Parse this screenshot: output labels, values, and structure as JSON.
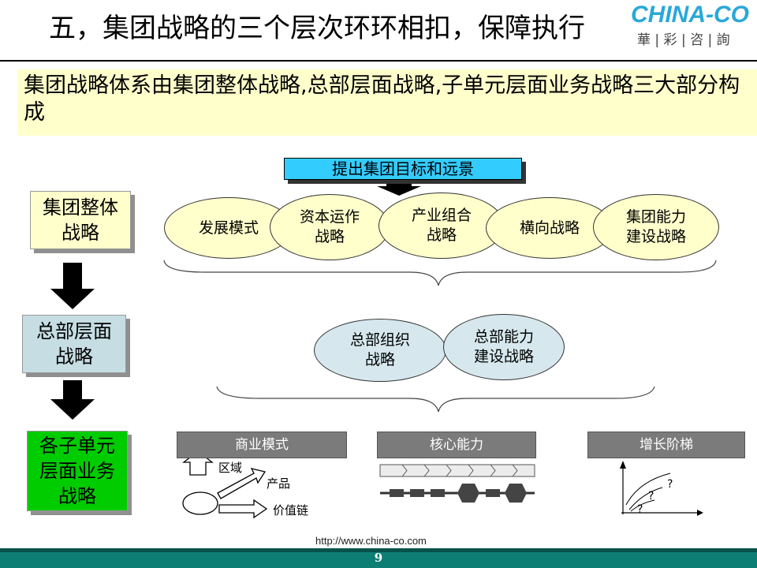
{
  "title": "五，集团战略的三个层次环环相扣，保障执行",
  "logo": {
    "en": "CHINA-CO",
    "cn": [
      "華",
      "彩",
      "咨",
      "詢"
    ]
  },
  "banner": {
    "text": "集团战略体系由集团整体战略,总部层面战略,子单元层面业务战略三大部分构成"
  },
  "goal_box": "提出集团目标和远景",
  "levels": [
    {
      "lines": [
        "集团整体",
        "战略"
      ],
      "color": "#ffffcc"
    },
    {
      "lines": [
        "总部层面",
        "战略"
      ],
      "color": "#c5dde3"
    },
    {
      "lines": [
        "各子单元",
        "层面业务",
        "战略"
      ],
      "color": "#00cc00"
    }
  ],
  "group_strategies": [
    {
      "lines": [
        "发展模式"
      ]
    },
    {
      "lines": [
        "资本运作",
        "战略"
      ]
    },
    {
      "lines": [
        "产业组合",
        "战略"
      ]
    },
    {
      "lines": [
        "横向战略"
      ]
    },
    {
      "lines": [
        "集团能力",
        "建设战略"
      ]
    }
  ],
  "hq_strategies": [
    {
      "lines": [
        "总部组织",
        "战略"
      ]
    },
    {
      "lines": [
        "总部能力",
        "建设战略"
      ]
    }
  ],
  "business_boxes": [
    "商业模式",
    "核心能力",
    "增长阶梯"
  ],
  "business_model_labels": [
    "区域",
    "产品",
    "价值链"
  ],
  "growth_marks": [
    "?",
    "?",
    "?"
  ],
  "footer": {
    "url": "http://www.china-co.com",
    "page": "9"
  },
  "colors": {
    "ellipse_group": "#ffffcc",
    "ellipse_hq": "#d6e8ee",
    "footer": "#0d7e74",
    "goal": "#33ccff"
  }
}
